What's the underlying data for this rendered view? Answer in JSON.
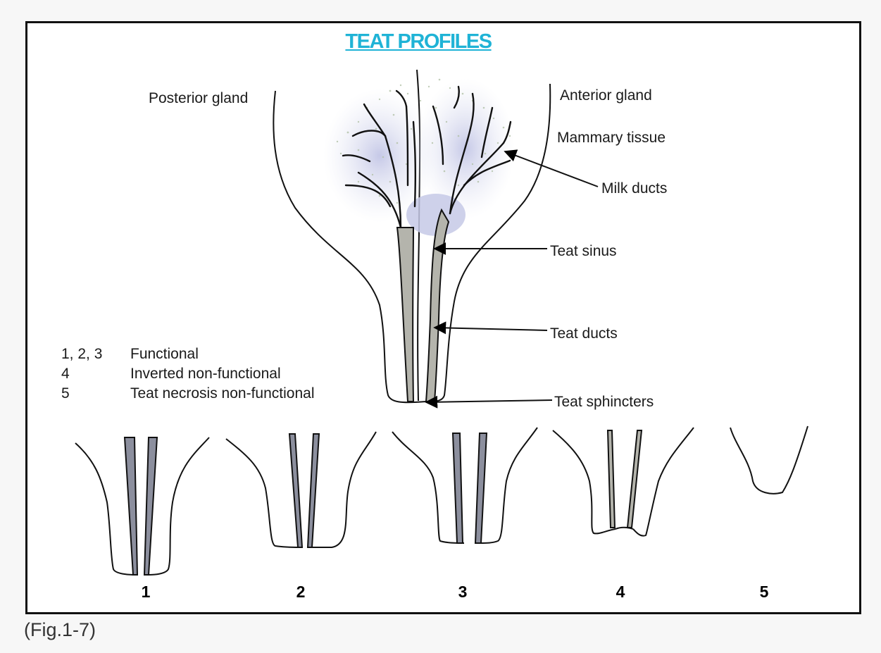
{
  "title": "TEAT PROFILES",
  "labels": {
    "posterior_gland": "Posterior gland",
    "anterior_gland": "Anterior gland",
    "mammary_tissue": "Mammary tissue",
    "milk_ducts": "Milk ducts",
    "teat_sinus": "Teat sinus",
    "teat_ducts": "Teat ducts",
    "teat_sphincters": "Teat sphincters"
  },
  "legend": [
    {
      "numbers": "1, 2, 3",
      "description": "Functional"
    },
    {
      "numbers": "4",
      "description": "Inverted non-functional"
    },
    {
      "numbers": "5",
      "description": "Teat necrosis non-functional"
    }
  ],
  "profiles": [
    "1",
    "2",
    "3",
    "4",
    "5"
  ],
  "caption": "(Fig.1-7)",
  "colors": {
    "title": "#1fb3d6",
    "duct_fill": "#b4b4ac",
    "profile_duct_fill": "#8c8f9e",
    "tissue_speckle": "#b8c8b0",
    "tissue_glow": "#c9cbe6"
  }
}
